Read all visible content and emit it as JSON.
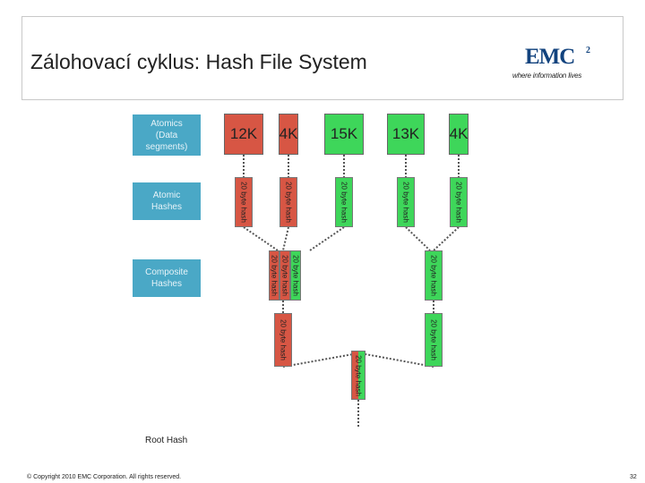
{
  "header": {
    "title": "Zálohovací cyklus: Hash File System",
    "logo_text": "EMC",
    "logo_superscript": "2",
    "logo_tagline": "where information lives"
  },
  "levels": {
    "atomics": "Atomics\n(Data\nsegments)",
    "atomic_hashes": "Atomic\nHashes",
    "composite_hashes": "Composite\nHashes",
    "root_hash": "Root Hash"
  },
  "segments": [
    {
      "label": "12K",
      "color": "#d75644"
    },
    {
      "label": "4K",
      "color": "#d75644"
    },
    {
      "label": "15K",
      "color": "#3ed65a"
    },
    {
      "label": "13K",
      "color": "#3ed65a"
    },
    {
      "label": "4K",
      "color": "#3ed65a"
    }
  ],
  "hash_label": "20 byte hash",
  "colors": {
    "changed": "#d75644",
    "unchanged": "#3ed65a",
    "level_box": "#4aa8c6",
    "emc_blue": "#12437e"
  },
  "footer": {
    "copyright": "© Copyright 2010 EMC Corporation. All rights reserved.",
    "page_number": "32"
  }
}
